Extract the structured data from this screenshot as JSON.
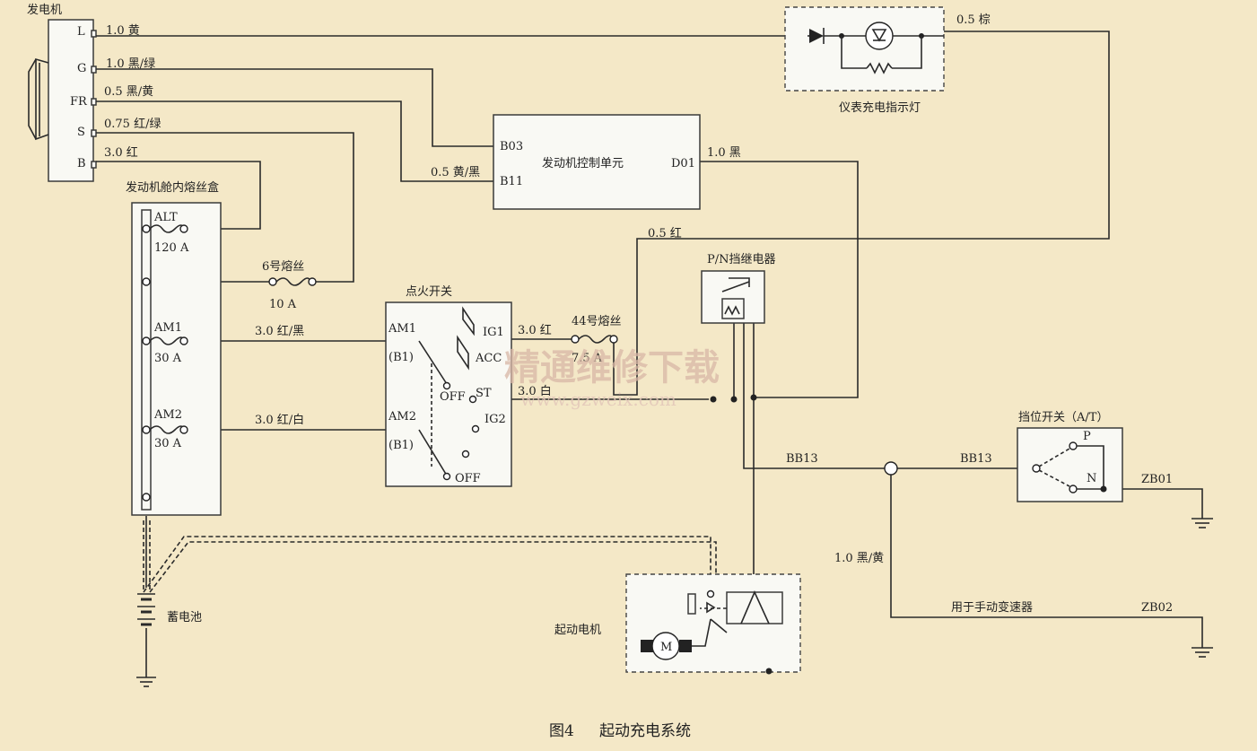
{
  "generator": {
    "title": "发电机",
    "pins": [
      "L",
      "G",
      "FR",
      "S",
      "B"
    ]
  },
  "wires": {
    "L": "1.0 黄",
    "G": "1.0 黑/绿",
    "FR": "0.5 黑/黄",
    "S": "0.75 红/绿",
    "B": "3.0 红",
    "ecu_b11": "0.5 黄/黑",
    "ecu_d01": "1.0 黑",
    "lamp_out": "0.5 棕",
    "ign_feed": "0.5 红",
    "am1": "3.0 红/黑",
    "am2": "3.0 红/白",
    "ig1": "3.0 红",
    "st": "3.0 白",
    "bb13_left": "BB13",
    "bb13_right": "BB13",
    "ground_mt": "1.0 黑/黄",
    "zb01": "ZB01",
    "zb02": "ZB02",
    "manual_note": "用于手动变速器"
  },
  "fusebox": {
    "title": "发动机舱内熔丝盒",
    "alt": "ALT",
    "alt_rating": "120 A",
    "fuse6": "6号熔丝",
    "fuse6_rating": "10 A",
    "am1": "AM1",
    "am1_rating": "30 A",
    "am2": "AM2",
    "am2_rating": "30 A"
  },
  "ecu": {
    "title": "发动机控制单元",
    "pin_b03": "B03",
    "pin_b11": "B11",
    "pin_d01": "D01"
  },
  "lamp": {
    "title": "仪表充电指示灯"
  },
  "ignition": {
    "title": "点火开关",
    "am1": "AM1",
    "b1a": "(B1)",
    "ig1": "IG1",
    "acc": "ACC",
    "off1": "OFF",
    "st": "ST",
    "am2": "AM2",
    "b1b": "(B1)",
    "ig2": "IG2",
    "off2": "OFF"
  },
  "fuse44": {
    "label": "44号熔丝",
    "rating": "7.5 A"
  },
  "pn_relay": {
    "title": "P/N挡继电器"
  },
  "gear_switch": {
    "title": "挡位开关（A/T）",
    "p": "P",
    "n": "N"
  },
  "battery": {
    "label": "蓄电池"
  },
  "starter": {
    "label": "起动电机",
    "motor": "M"
  },
  "watermark": {
    "text": "精通维修下载",
    "url": "www.gzweix.com"
  },
  "caption": {
    "figure": "图4",
    "title": "起动充电系统"
  },
  "colors": {
    "background": "#f4e8c7",
    "component": "#f9f9f4",
    "line": "#2a2a2a"
  }
}
